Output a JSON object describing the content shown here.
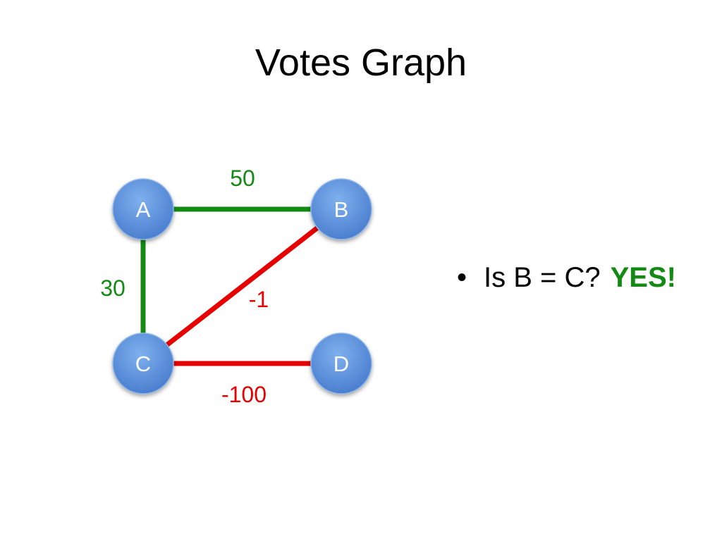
{
  "slide": {
    "title": "Votes Graph",
    "bullet": {
      "symbol": "•",
      "question": "Is B = C?",
      "answer": "YES!",
      "answer_color": "#138a13"
    }
  },
  "colors": {
    "positive_edge": "#138a13",
    "negative_edge": "#e60000",
    "node_fill": "#5b8fd9",
    "node_text": "#ffffff"
  },
  "graph": {
    "nodes": [
      {
        "id": "A",
        "label": "A"
      },
      {
        "id": "B",
        "label": "B"
      },
      {
        "id": "C",
        "label": "C"
      },
      {
        "id": "D",
        "label": "D"
      }
    ],
    "edges": [
      {
        "from": "A",
        "to": "B",
        "weight": 50,
        "label": "50",
        "sign": "positive"
      },
      {
        "from": "A",
        "to": "C",
        "weight": 30,
        "label": "30",
        "sign": "positive"
      },
      {
        "from": "B",
        "to": "C",
        "weight": -1,
        "label": "-1",
        "sign": "negative"
      },
      {
        "from": "C",
        "to": "D",
        "weight": -100,
        "label": "-100",
        "sign": "negative"
      }
    ]
  }
}
